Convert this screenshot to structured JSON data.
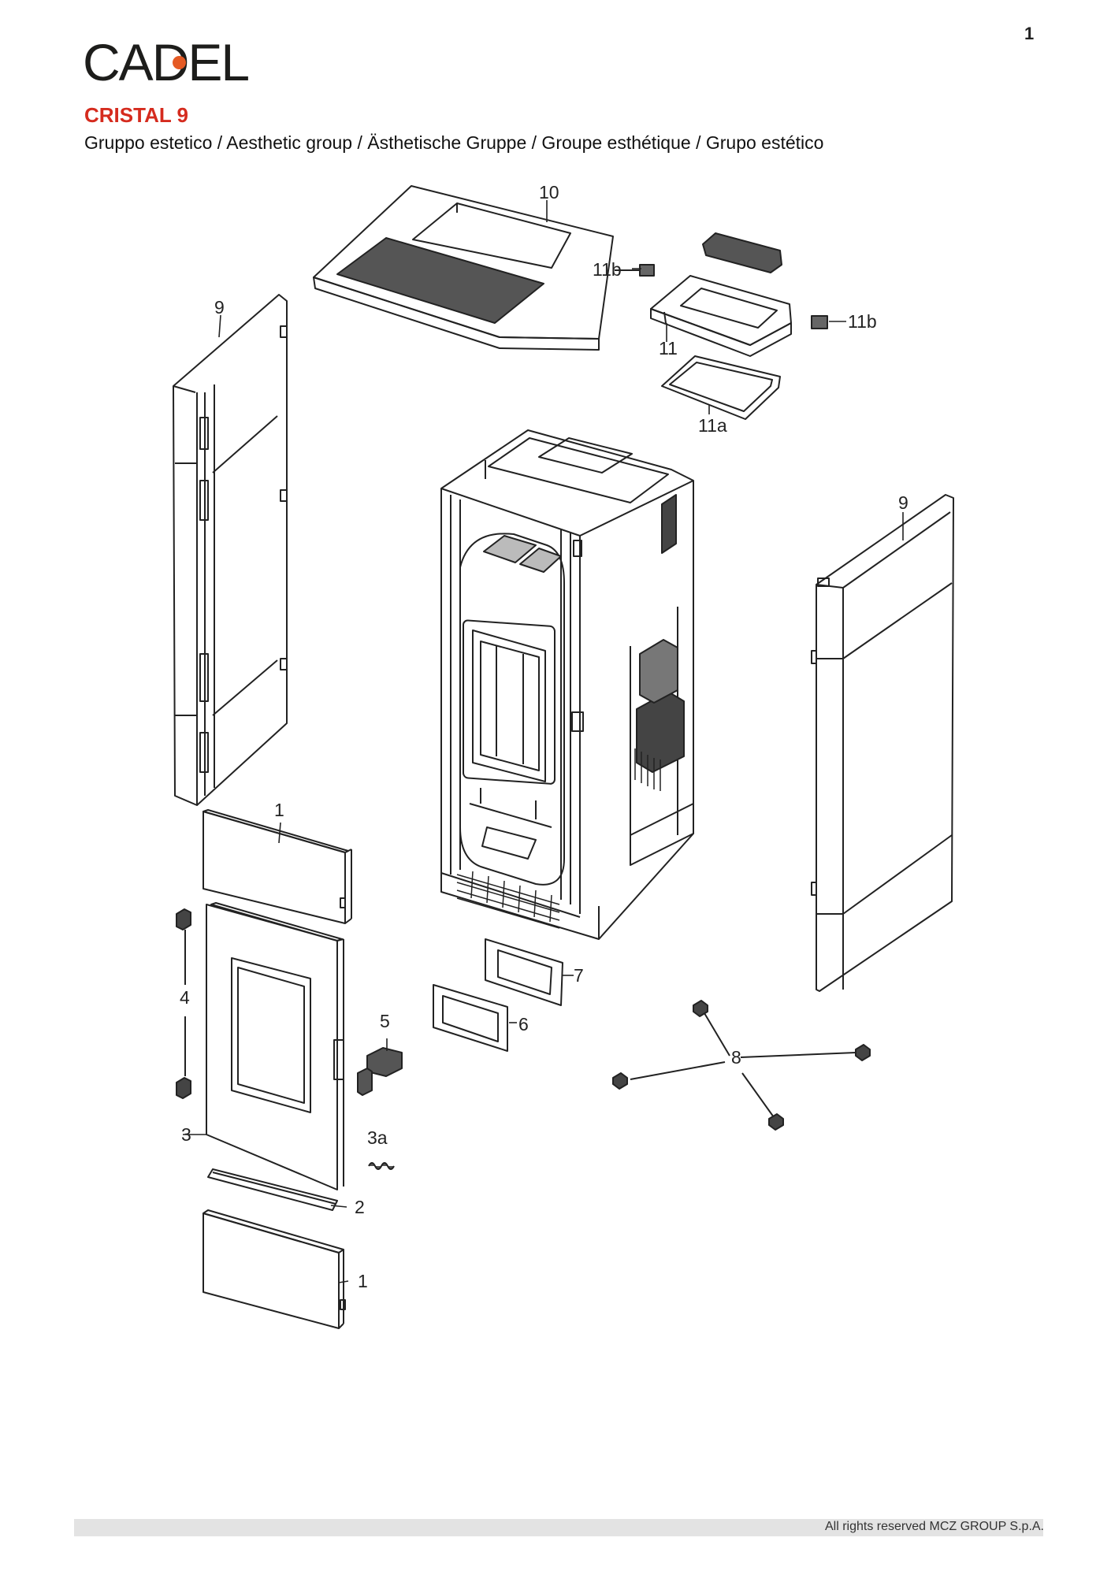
{
  "page": {
    "number": "1"
  },
  "brand": {
    "name": "CADEL",
    "letters_left": "CA",
    "letters_right": "DEL",
    "dot_color": "#e55a24"
  },
  "header": {
    "model": "CRISTAL 9",
    "subtitle": "Gruppo estetico / Aesthetic group / Ästhetische Gruppe / Groupe esthétique / Grupo estético",
    "model_color": "#d52b1e"
  },
  "callouts": {
    "c1_upper": "1",
    "c1_lower": "1",
    "c2": "2",
    "c3": "3",
    "c3a": "3a",
    "c4": "4",
    "c5": "5",
    "c6": "6",
    "c7": "7",
    "c8": "8",
    "c9_left": "9",
    "c9_right": "9",
    "c10": "10",
    "c11": "11",
    "c11a": "11a",
    "c11b_left": "11b",
    "c11b_right": "11b"
  },
  "footer": {
    "copyright": "All rights reserved MCZ GROUP S.p.A."
  }
}
